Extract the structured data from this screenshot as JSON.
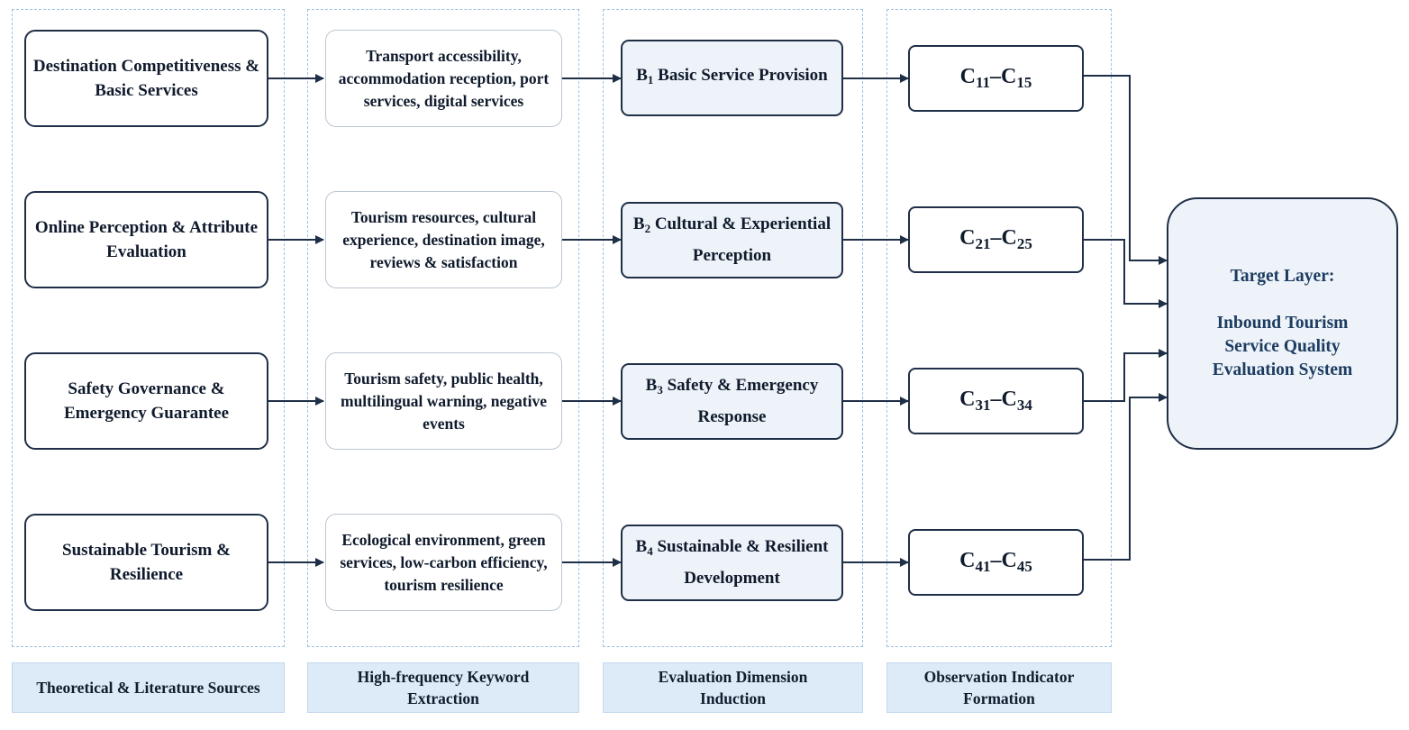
{
  "columns": [
    {
      "label": "Theoretical & Literature Sources"
    },
    {
      "label": "High-frequency Keyword Extraction"
    },
    {
      "label": "Evaluation Dimension Induction"
    },
    {
      "label": "Observation Indicator Formation"
    }
  ],
  "sources": [
    "Destination Competitiveness & Basic Services",
    "Online Perception & Attribute Evaluation",
    "Safety Governance & Emergency Guarantee",
    "Sustainable Tourism & Resilience"
  ],
  "keywords": [
    "Transport accessibility, accommodation reception, port services, digital services",
    "Tourism resources, cultural experience, destination image, reviews & satisfaction",
    "Tourism safety, public health, multilingual warning, negative events",
    "Ecological environment, green services, low-carbon efficiency, tourism resilience"
  ],
  "dimensions": [
    {
      "letter": "B",
      "sub": "1",
      "text": "Basic Service Provision"
    },
    {
      "letter": "B",
      "sub": "2",
      "text": "Cultural & Experiential Perception"
    },
    {
      "letter": "B",
      "sub": "3",
      "text": "Safety & Emergency Response"
    },
    {
      "letter": "B",
      "sub": "4",
      "text": "Sustainable & Resilient Development"
    }
  ],
  "indicators": [
    {
      "letter": "C",
      "from": "11",
      "dash": "–",
      "letter2": "C",
      "to": "15"
    },
    {
      "letter": "C",
      "from": "21",
      "dash": "–",
      "letter2": "C",
      "to": "25"
    },
    {
      "letter": "C",
      "from": "31",
      "dash": "–",
      "letter2": "C",
      "to": "34"
    },
    {
      "letter": "C",
      "from": "41",
      "dash": "–",
      "letter2": "C",
      "to": "45"
    }
  ],
  "target": {
    "heading": "Target Layer:",
    "line1": "Inbound Tourism",
    "line2": "Service Quality",
    "line3": "Evaluation System"
  },
  "colors": {
    "stroke": "#1f2f47",
    "dashed_frame": "#9cc1e2",
    "dimension_fill": "#eef3f9",
    "label_fill": "#ddebf8",
    "target_text": "#1c3c61"
  }
}
